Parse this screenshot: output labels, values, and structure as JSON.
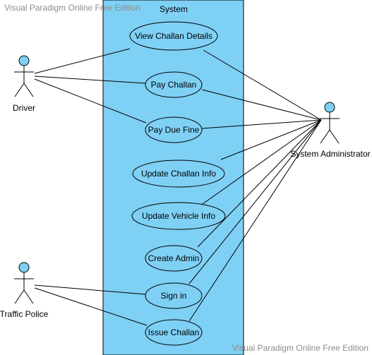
{
  "watermark_top": "Visual Paradigm Online Free Edition",
  "watermark_bottom": "Visual Paradigm Online Free Edition",
  "system": {
    "label": "System"
  },
  "actors": [
    {
      "id": "driver",
      "label": "Driver"
    },
    {
      "id": "admin",
      "label": "System Administrator"
    },
    {
      "id": "police",
      "label": "Traffic Police"
    }
  ],
  "usecases": [
    {
      "id": "view-challan-details",
      "label": "View Challan Details"
    },
    {
      "id": "pay-challan",
      "label": "Pay Challan"
    },
    {
      "id": "pay-due-fine",
      "label": "Pay Due Fine"
    },
    {
      "id": "update-challan-info",
      "label": "Update Challan Info"
    },
    {
      "id": "update-vehicle-info",
      "label": "Update Vehicle Info"
    },
    {
      "id": "create-admin",
      "label": "Create Admin"
    },
    {
      "id": "sign-in",
      "label": "Sign in"
    },
    {
      "id": "issue-challan",
      "label": "Issue Challan"
    }
  ],
  "associations": [
    [
      "driver",
      "view-challan-details"
    ],
    [
      "driver",
      "pay-challan"
    ],
    [
      "driver",
      "pay-due-fine"
    ],
    [
      "admin",
      "view-challan-details"
    ],
    [
      "admin",
      "pay-challan"
    ],
    [
      "admin",
      "pay-due-fine"
    ],
    [
      "admin",
      "update-challan-info"
    ],
    [
      "admin",
      "update-vehicle-info"
    ],
    [
      "admin",
      "create-admin"
    ],
    [
      "admin",
      "sign-in"
    ],
    [
      "admin",
      "issue-challan"
    ],
    [
      "police",
      "sign-in"
    ],
    [
      "police",
      "issue-challan"
    ]
  ],
  "colors": {
    "system_fill": "#7fd0f5",
    "usecase_fill": "#7fd0f5",
    "actor_head_fill": "#7fd0f5",
    "stroke": "#000000",
    "watermark": "#8c8c8c"
  }
}
